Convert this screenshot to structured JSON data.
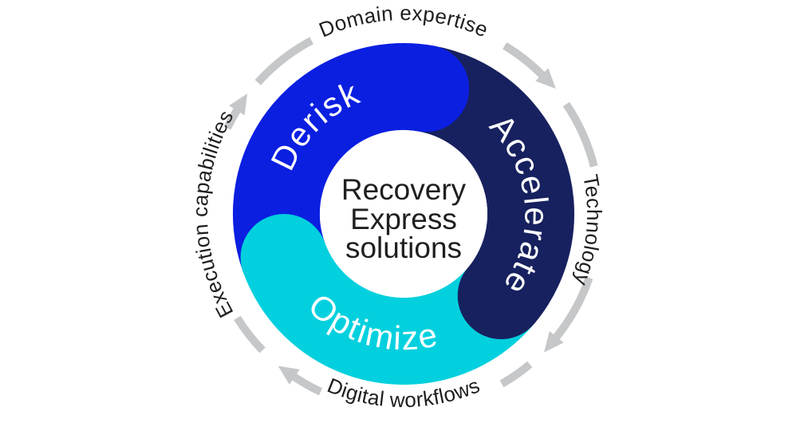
{
  "diagram": {
    "title_center": {
      "line1": "Recovery",
      "line2": "Express",
      "line3": "solutions"
    },
    "segments": [
      {
        "label": "Derisk",
        "color": "#0b1fe1"
      },
      {
        "label": "Accelerate",
        "color": "#17215f"
      },
      {
        "label": "Optimize",
        "color": "#03d0de"
      }
    ],
    "outer_labels": [
      {
        "label": "Domain expertise",
        "position": "top"
      },
      {
        "label": "Technology",
        "position": "right"
      },
      {
        "label": "Digital workflows",
        "position": "bottom"
      },
      {
        "label": "Execution capabilities",
        "position": "left"
      }
    ],
    "colors": {
      "arrow_gray": "#c5c7c9",
      "outer_text": "#1e1e1e",
      "center_text": "#1f1f1f",
      "background": "#ffffff",
      "segment_label_text": "#ffffff"
    },
    "flow_direction": "clockwise"
  }
}
